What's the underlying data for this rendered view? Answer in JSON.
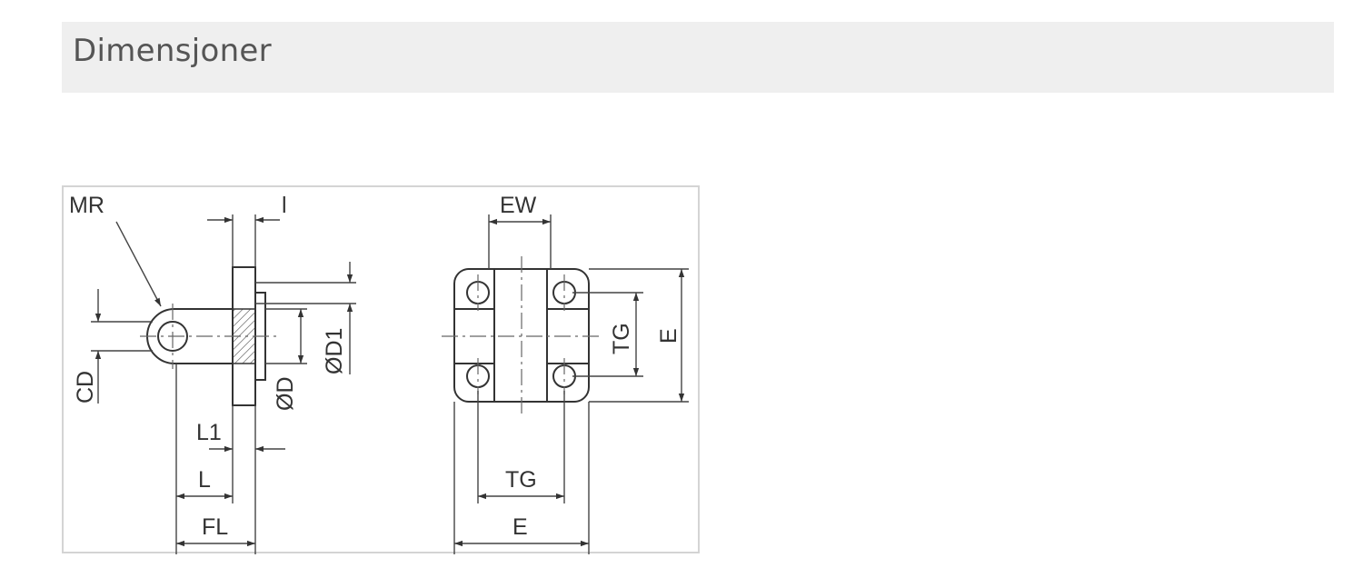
{
  "section": {
    "title": "Dimensjoner"
  },
  "drawing": {
    "labels": {
      "MR": "MR",
      "l": "l",
      "CD": "CD",
      "D1": "ØD1",
      "D": "ØD",
      "L1": "L1",
      "L": "L",
      "FL": "FL",
      "EW": "EW",
      "TG_vertical": "TG",
      "E_vertical": "E",
      "TG_horizontal": "TG",
      "E_horizontal": "E"
    }
  }
}
